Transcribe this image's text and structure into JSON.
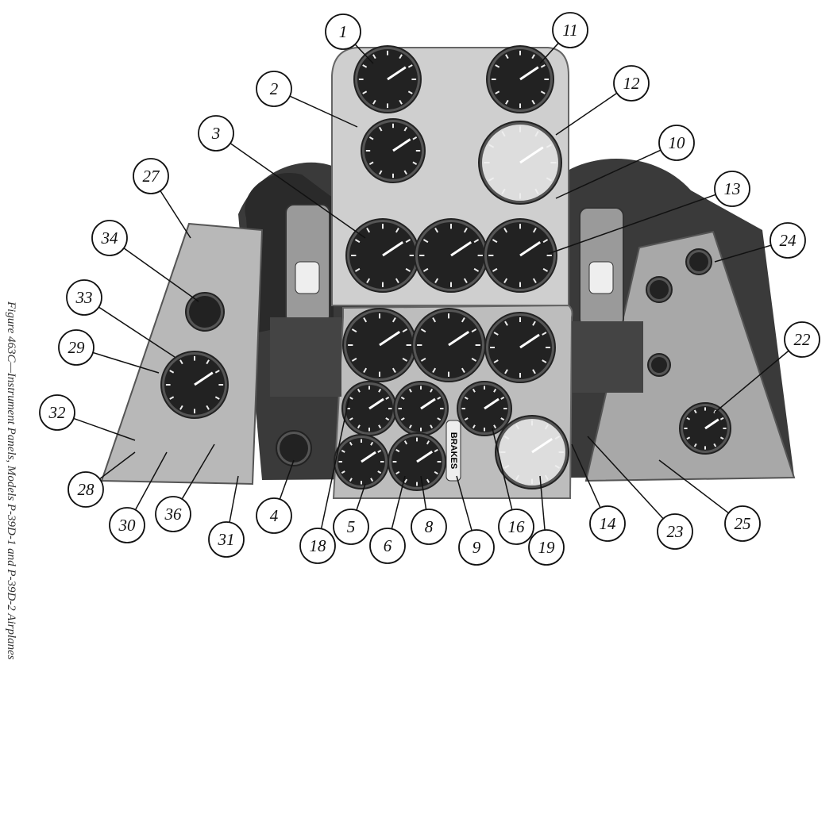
{
  "caption": "Figure 463C—Instrument Panels, Models P-39D-1 and P-39D-2 Airplanes",
  "panel_labels": {
    "brakes_placard": "BRAKES"
  },
  "callouts": [
    "1",
    "11",
    "2",
    "12",
    "3",
    "10",
    "13",
    "27",
    "34",
    "24",
    "33",
    "29",
    "22",
    "32",
    "28",
    "30",
    "36",
    "31",
    "4",
    "18",
    "5",
    "6",
    "8",
    "9",
    "16",
    "19",
    "14",
    "23",
    "25"
  ]
}
